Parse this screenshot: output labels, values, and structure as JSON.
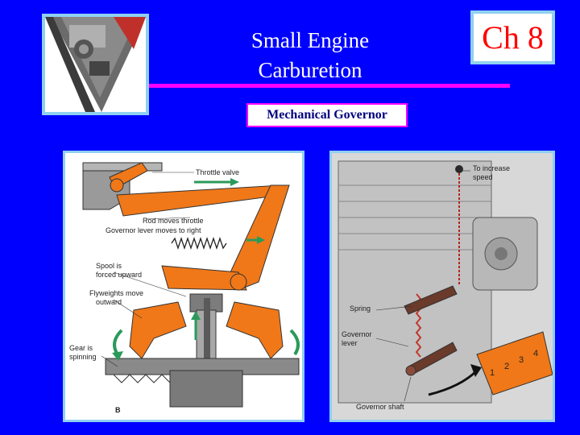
{
  "header": {
    "title_line1": "Small Engine",
    "title_line2": "Carburetion",
    "chapter": "Ch 8",
    "subtitle": "Mechanical Governor"
  },
  "left_diagram": {
    "labels": {
      "throttle_valve": "Throttle valve",
      "rod_moves": "Rod moves throttle",
      "governor_lever_moves": "Governor lever moves to right",
      "spool_line1": "Spool is",
      "spool_line2": "forced upward",
      "flyweights_line1": "Flyweights move",
      "flyweights_line2": "outward",
      "gear_line1": "Gear is",
      "gear_line2": "spinning",
      "corner": "B"
    }
  },
  "right_diagram": {
    "labels": {
      "increase_line1": "To increase",
      "increase_line2": "speed",
      "spring": "Spring",
      "governor_lever_line1": "Governor",
      "governor_lever_line2": "lever",
      "governor_shaft": "Governor shaft",
      "dial_1": "1",
      "dial_2": "2",
      "dial_3": "3",
      "dial_4": "4"
    }
  },
  "colors": {
    "background": "#0000ff",
    "accent_rule": "#ff00ff",
    "chapter_text": "#ff0000",
    "frame": "#8fd0f0",
    "mechanism_orange": "#f07818"
  }
}
